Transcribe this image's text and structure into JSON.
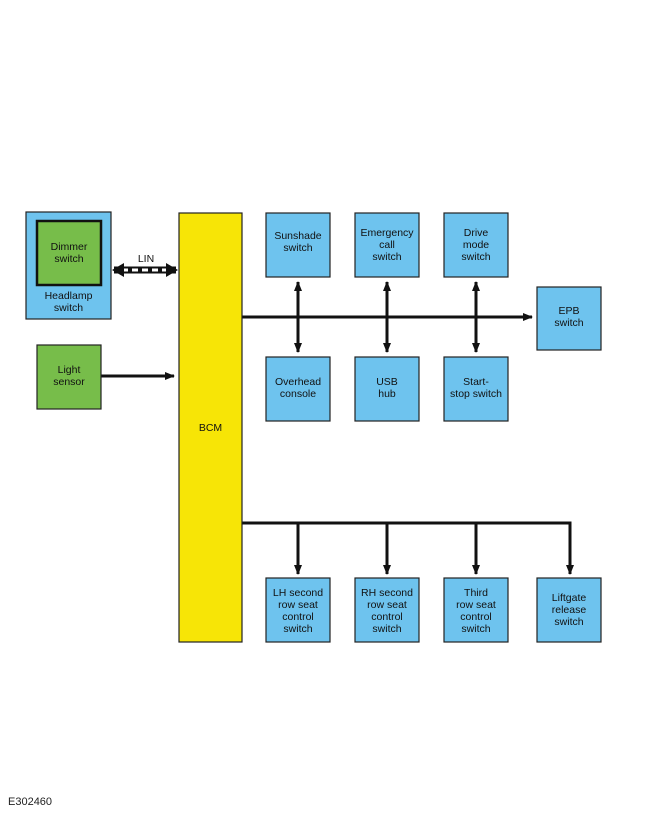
{
  "colors": {
    "module_blue": "#6ec3ee",
    "sensor_green": "#77bd4a",
    "bcm_yellow": "#f7e506",
    "outline": "#222222"
  },
  "bcm": {
    "label": "BCM"
  },
  "headlamp": {
    "outer_lines": [
      "Headlamp",
      "switch"
    ],
    "inner_lines": [
      "Dimmer",
      "switch"
    ]
  },
  "lin": {
    "label": "LIN"
  },
  "light_sensor": {
    "lines": [
      "Light",
      "sensor"
    ]
  },
  "top_row": [
    {
      "lines": [
        "Sunshade",
        "switch"
      ]
    },
    {
      "lines": [
        "Emergency",
        "call",
        "switch"
      ]
    },
    {
      "lines": [
        "Drive",
        "mode",
        "switch"
      ]
    }
  ],
  "middle_row": [
    {
      "lines": [
        "Overhead",
        "console"
      ]
    },
    {
      "lines": [
        "USB",
        "hub"
      ]
    },
    {
      "lines": [
        "Start-",
        "stop switch"
      ]
    }
  ],
  "epb": {
    "lines": [
      "EPB",
      "switch"
    ]
  },
  "bottom_row": [
    {
      "lines": [
        "LH second",
        "row seat",
        "control",
        "switch"
      ]
    },
    {
      "lines": [
        "RH second",
        "row seat",
        "control",
        "switch"
      ]
    },
    {
      "lines": [
        "Third",
        "row seat",
        "control",
        "switch"
      ]
    },
    {
      "lines": [
        "Liftgate",
        "release",
        "switch"
      ]
    }
  ],
  "figure_ref": "E302460"
}
